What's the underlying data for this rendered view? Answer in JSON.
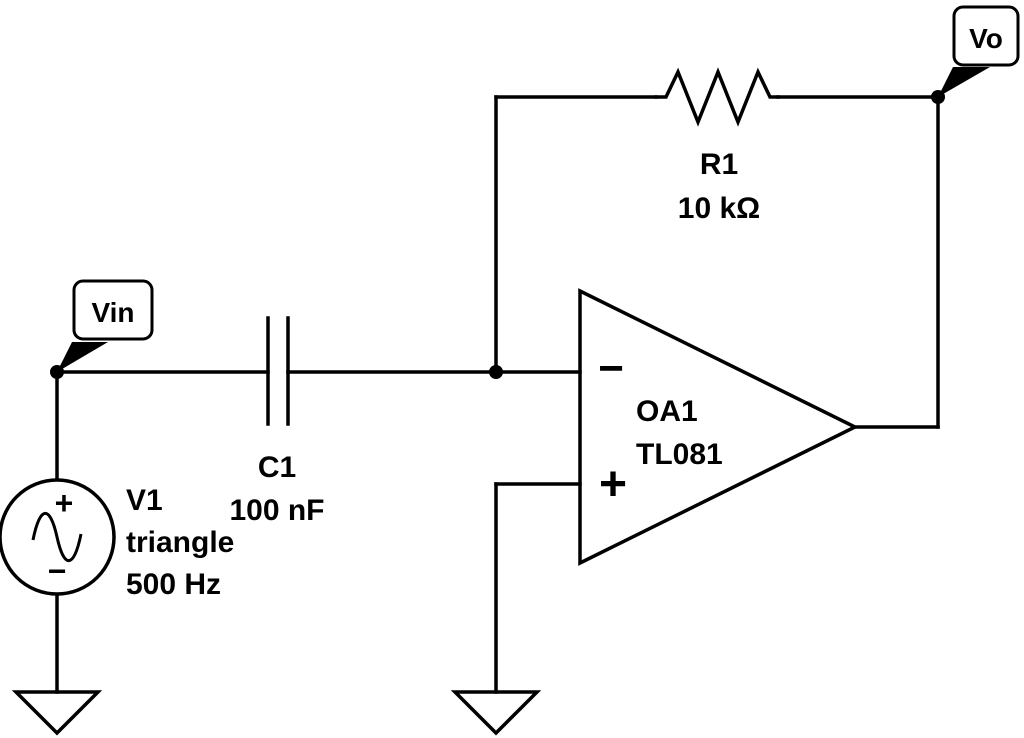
{
  "labels": {
    "vin_tag": "Vin",
    "vo_tag": "Vo",
    "r1_name": "R1",
    "r1_value": "10 kΩ",
    "c1_name": "C1",
    "c1_value": "100 nF",
    "v1_name": "V1",
    "v1_wave": "triangle",
    "v1_freq": "500 Hz",
    "oa1_name": "OA1",
    "oa1_part": "TL081",
    "inv_sign": "−",
    "noninv_sign": "+",
    "src_plus": "+",
    "src_minus": "−"
  },
  "icons": {
    "source": "sine-source-icon",
    "ground": "ground-icon",
    "resistor": "resistor-icon",
    "capacitor": "capacitor-icon",
    "opamp": "opamp-triangle-icon"
  }
}
